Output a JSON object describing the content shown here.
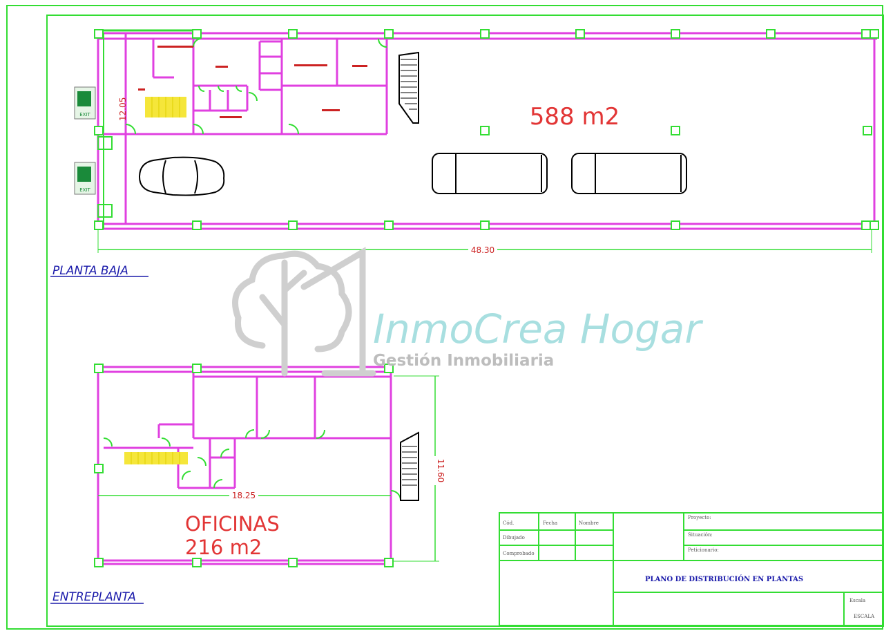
{
  "ground_floor": {
    "label": "PLANTA  BAJA",
    "area": "588  m2",
    "width_dim": "48.30",
    "depth_dim": "12.05",
    "exit_sign": "EXIT"
  },
  "mezzanine": {
    "label": "ENTREPLANTA",
    "name": "OFICINAS",
    "area": "216  m2",
    "width_dim": "18.25",
    "depth_dim": "11.60"
  },
  "watermark": {
    "brand": "InmoCrea Hogar",
    "tagline": "Gestión Inmobiliaria"
  },
  "title_block": {
    "cells": [
      "Cód.",
      "Fecha",
      "Nombre",
      "Dibujado",
      "Comprobado"
    ],
    "proyecto": "Proyecto:",
    "situacion": "Situación:",
    "peticionario": "Peticionario:",
    "title": "PLANO DE DISTRIBUCIÓN EN PLANTAS",
    "escala_label": "Escala",
    "escala_value": "ESCALA"
  },
  "colors": {
    "frame": "#33dd33",
    "walls": "#e040e0",
    "dims": "#cc2222",
    "labels": "#1a1aaa",
    "stairs": "#f5e63a",
    "watermark_grey": "#cfcfcf",
    "watermark_teal": "#a8dfe0"
  }
}
